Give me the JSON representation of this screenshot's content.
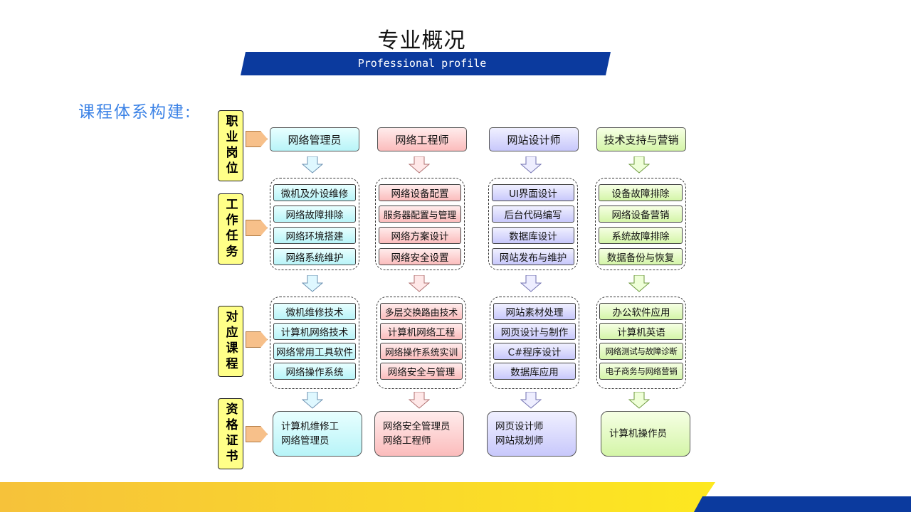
{
  "header": {
    "title": "专业概况",
    "subtitle": "Professional profile"
  },
  "section_heading": "课程体系构建:",
  "row_labels": [
    "职业岗位",
    "工作任务",
    "对应课程",
    "资格证书"
  ],
  "columns": [
    {
      "color": "#b8f4f8",
      "job": "网络管理员",
      "tasks": [
        "微机及外设维修",
        "网络故障排除",
        "网络环境搭建",
        "网络系统维护"
      ],
      "courses": [
        "微机维修技术",
        "计算机网络技术",
        "网络常用工具软件",
        "网络操作系统"
      ],
      "certs": [
        "计算机维修工",
        "网络管理员"
      ]
    },
    {
      "color": "#fbbcbc",
      "job": "网络工程师",
      "tasks": [
        "网络设备配置",
        "服务器配置与管理",
        "网络方案设计",
        "网络安全设置"
      ],
      "courses": [
        "多层交换路由技术",
        "计算机网络工程",
        "网络操作系统实训",
        "网络安全与管理"
      ],
      "certs": [
        "网络安全管理员",
        "网络工程师"
      ]
    },
    {
      "color": "#c8c8fb",
      "job": "网站设计师",
      "tasks": [
        "UI界面设计",
        "后台代码编写",
        "数据库设计",
        "网站发布与维护"
      ],
      "courses": [
        "网站素材处理",
        "网页设计与制作",
        "C#程序设计",
        "数据库应用"
      ],
      "certs": [
        "网页设计师",
        "网站规划师"
      ]
    },
    {
      "color": "#d4f5a8",
      "job": "技术支持与营销",
      "tasks": [
        "设备故障排除",
        "网络设备营销",
        "系统故障排除",
        "数据备份与恢复"
      ],
      "courses": [
        "办公软件应用",
        "计算机英语",
        "网络测试与故障诊断",
        "电子商务与网络营销"
      ],
      "certs": [
        "计算机操作员"
      ]
    }
  ],
  "footer_colors": {
    "yellow": "#f6c23a",
    "blue": "#0b3a9e"
  }
}
